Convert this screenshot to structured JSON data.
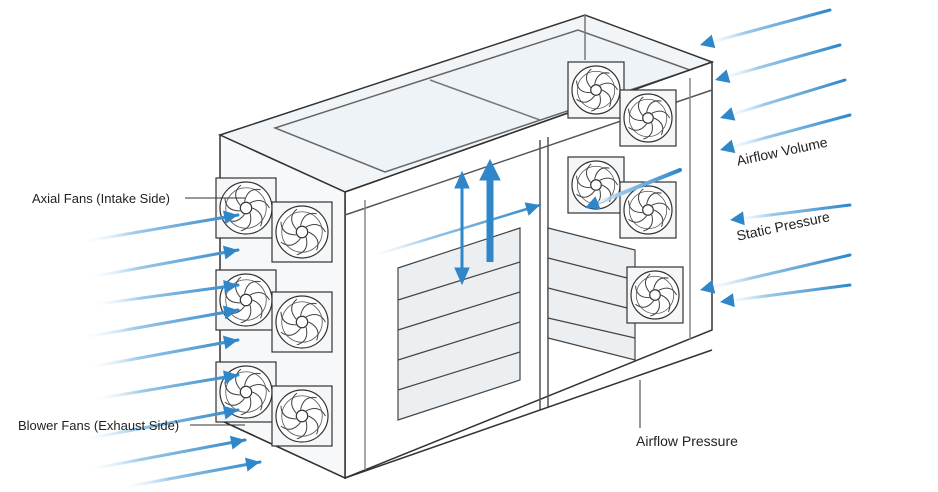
{
  "labels": {
    "axial_fans": "Axial Fans (Intake Side)",
    "blower_fans": "Blower Fans (Exhaust Side)",
    "airflow_volume": "Airflow Volume",
    "static_pressure": "Static Pressure",
    "airflow_pressure": "Airflow Pressure"
  },
  "colors": {
    "arrow": "#2f86c8",
    "arrow_light": "#9cc9ea",
    "line": "#333333",
    "frame_fill": "#f4f6f8",
    "glass": "#eef3f7"
  },
  "icons": [
    "fan-icon",
    "arrow-icon",
    "server-rack-icon"
  ]
}
